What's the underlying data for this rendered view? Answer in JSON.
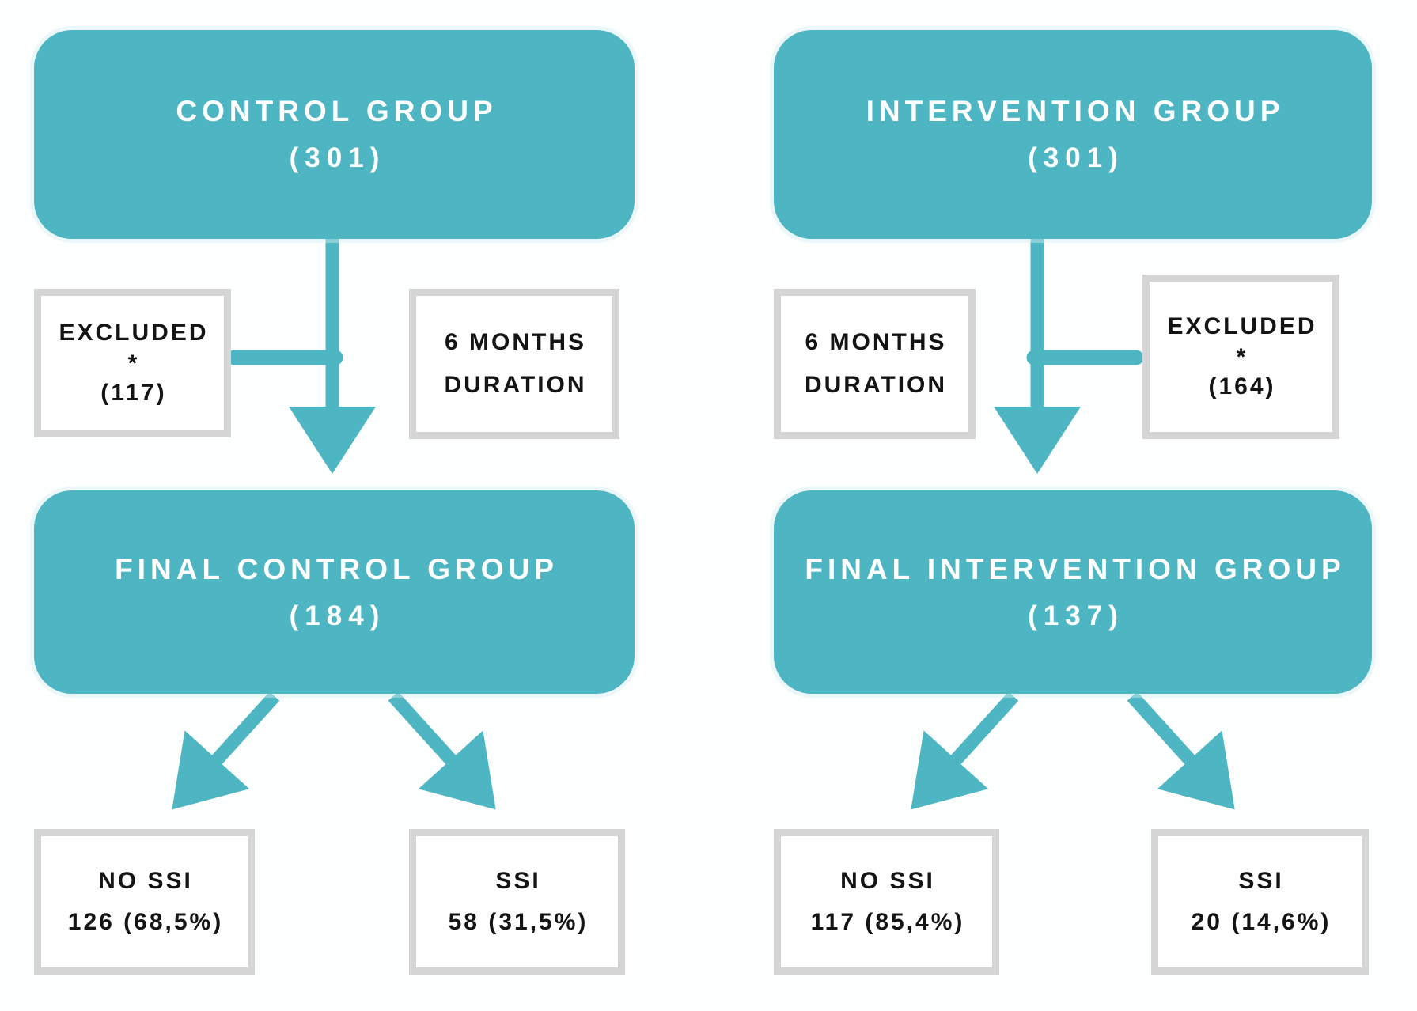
{
  "diagram": {
    "accent_color": "#4DB6C2",
    "box_border_color": "#D5D5D5",
    "columns": {
      "control": {
        "top": {
          "title": "CONTROL GROUP",
          "count": "(301)"
        },
        "excluded": {
          "title": "EXCLUDED",
          "asterisk": "*",
          "count": "(117)"
        },
        "duration": {
          "line1": "6 MONTHS",
          "line2": "DURATION"
        },
        "final": {
          "title": "FINAL CONTROL GROUP",
          "count": "(184)"
        },
        "no_ssi": {
          "label": "NO SSI",
          "value": "126 (68,5%)"
        },
        "ssi": {
          "label": "SSI",
          "value": "58 (31,5%)"
        }
      },
      "intervention": {
        "top": {
          "title": "INTERVENTION GROUP",
          "count": "(301)"
        },
        "excluded": {
          "title": "EXCLUDED",
          "asterisk": "*",
          "count": "(164)"
        },
        "duration": {
          "line1": "6 MONTHS",
          "line2": "DURATION"
        },
        "final": {
          "title": "FINAL INTERVENTION GROUP",
          "count": "(137)"
        },
        "no_ssi": {
          "label": "NO SSI",
          "value": "117 (85,4%)"
        },
        "ssi": {
          "label": "SSI",
          "value": "20 (14,6%)"
        }
      }
    }
  }
}
